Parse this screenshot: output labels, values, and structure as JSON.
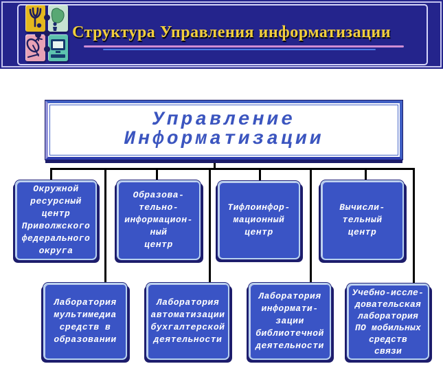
{
  "header": {
    "title": "Структура Управления информатизации",
    "colors": {
      "banner_bg": "#24248c",
      "title_text": "#f1ce3c",
      "underline_pink": "#cf8ed4",
      "underline_blue": "#4d7de4"
    },
    "logo_tiles": [
      {
        "icon": "emblem-hand-icon",
        "color": "#e4b81e"
      },
      {
        "icon": "region-map-icon",
        "color": "#c6e2d2"
      },
      {
        "icon": "satellite-dish-icon",
        "color": "#e8a2b6"
      },
      {
        "icon": "computer-monitor-icon",
        "color": "#5cc2ae"
      }
    ]
  },
  "orgchart": {
    "colors": {
      "node_fill": "#3a54c5",
      "node_border": "#b9d3ef",
      "node_text": "#ffffff",
      "root_text": "#3b55bf",
      "connector": "#000000"
    },
    "root": {
      "lines": [
        "Управление",
        "Информатизации"
      ]
    },
    "row1": [
      {
        "lines": [
          "Окружной",
          "ресурсный",
          "центр",
          "Приволжского",
          "федерального",
          "округа"
        ]
      },
      {
        "lines": [
          "Образова-",
          "тельно-",
          "информацион-",
          "ный",
          "центр"
        ]
      },
      {
        "lines": [
          "Тифлоинфор-",
          "мационный",
          "центр"
        ]
      },
      {
        "lines": [
          "Вычисли-",
          "тельный",
          "центр"
        ]
      }
    ],
    "row2": [
      {
        "lines": [
          "Лаборатория",
          "мультимедиа",
          "средств в",
          "образовании"
        ]
      },
      {
        "lines": [
          "Лаборатория",
          "автоматизации",
          "бухгалтерской",
          "деятельности"
        ]
      },
      {
        "lines": [
          "Лаборатория",
          "информати-",
          "зации",
          "библиотечной",
          "деятельности"
        ]
      },
      {
        "lines": [
          "Учебно-иссле-",
          "довательская",
          "лаборатория",
          "ПО мобильных",
          "средств",
          "связи"
        ]
      }
    ]
  }
}
